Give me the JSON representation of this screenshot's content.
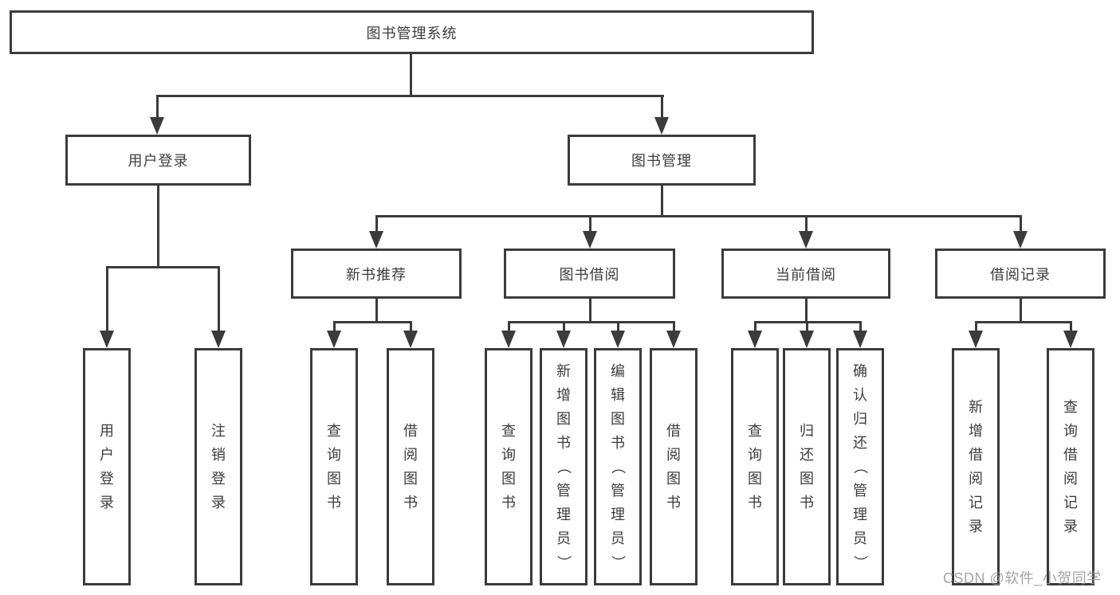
{
  "diagram": {
    "title": "图书管理系统",
    "nodes": {
      "root": "图书管理系统",
      "user_login": "用户登录",
      "book_mgmt": "图书管理",
      "new_book_rec": "新书推荐",
      "book_borrow": "图书借阅",
      "current_borrow": "当前借阅",
      "borrow_record": "借阅记录",
      "leaf_user_login": "用户登录",
      "leaf_logout": "注销登录",
      "leaf_nbr_query": "查询图书",
      "leaf_nbr_borrow": "借阅图书",
      "leaf_bb_query": "查询图书",
      "leaf_bb_add": "新增图书（管理员）",
      "leaf_bb_edit": "编辑图书（管理员）",
      "leaf_bb_borrow": "借阅图书",
      "leaf_cb_query": "查询图书",
      "leaf_cb_return": "归还图书",
      "leaf_cb_confirm": "确认归还（管理员）",
      "leaf_br_add": "新增借阅记录",
      "leaf_br_query": "查询借阅记录"
    },
    "colors": {
      "line": "#3b3b3b",
      "text": "#3c3c3c",
      "background": "#ffffff",
      "watermark": "#969696"
    }
  },
  "watermark": {
    "text": "CSDN @软件_小贺同学"
  }
}
